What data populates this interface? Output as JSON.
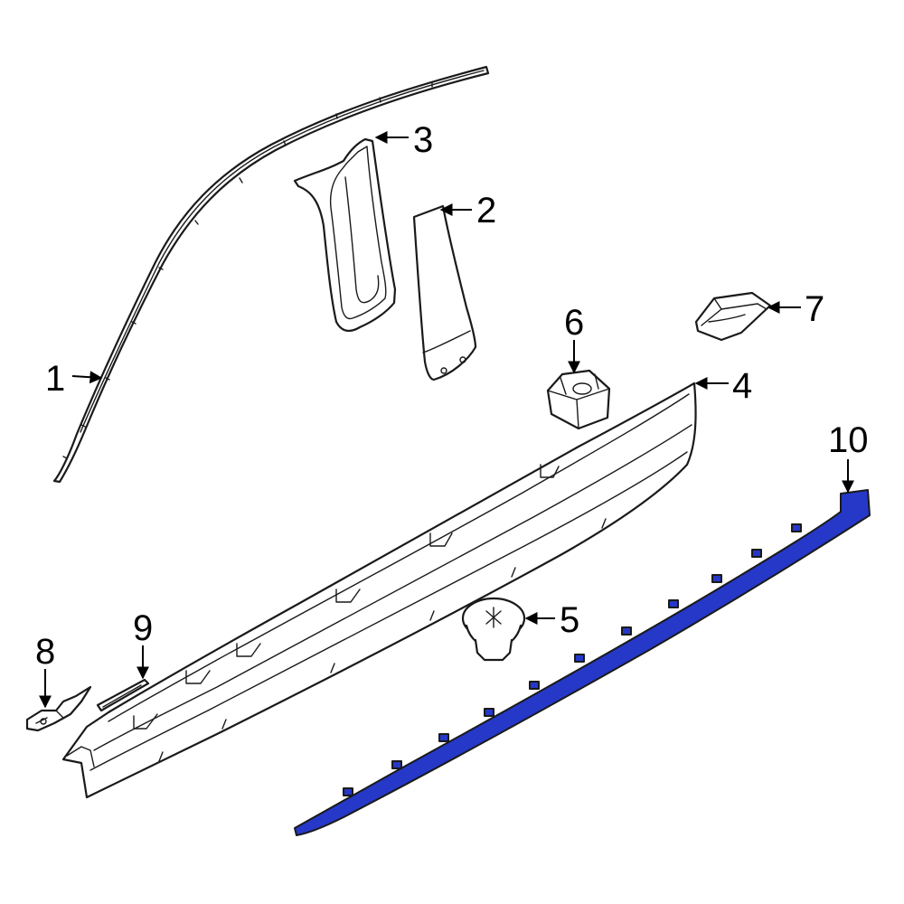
{
  "diagram": {
    "highlight_color": "#2538c8",
    "callouts": [
      {
        "id": "1",
        "text": "1"
      },
      {
        "id": "2",
        "text": "2"
      },
      {
        "id": "3",
        "text": "3"
      },
      {
        "id": "4",
        "text": "4"
      },
      {
        "id": "5",
        "text": "5"
      },
      {
        "id": "6",
        "text": "6"
      },
      {
        "id": "7",
        "text": "7"
      },
      {
        "id": "8",
        "text": "8"
      },
      {
        "id": "9",
        "text": "9"
      },
      {
        "id": "10",
        "text": "10"
      }
    ],
    "highlighted_part": "10"
  }
}
